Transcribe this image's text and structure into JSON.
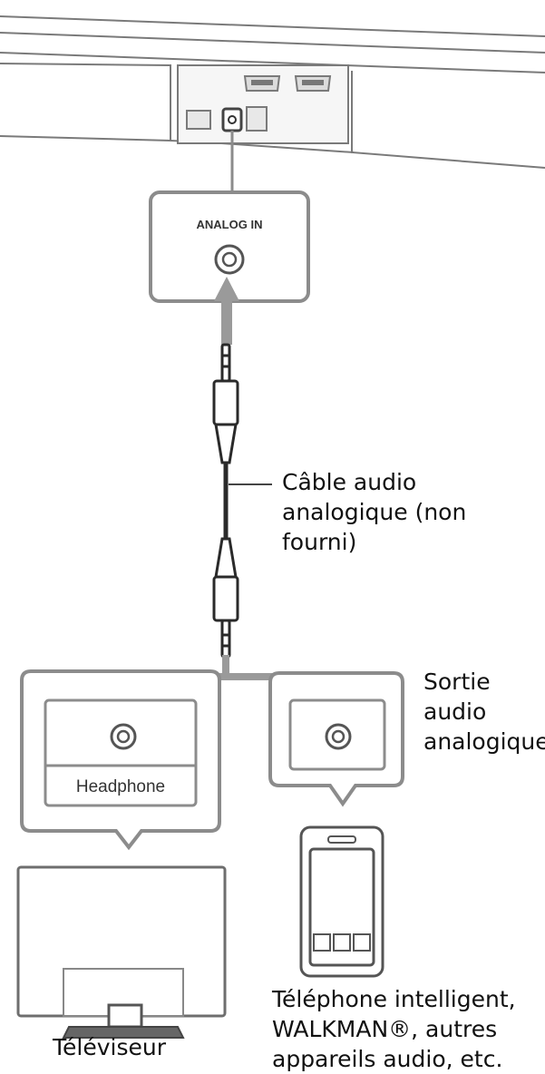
{
  "labels": {
    "analog_in": "ANALOG IN",
    "headphone": "Headphone",
    "cable": [
      "Câble audio",
      "analogique (non",
      "fourni)"
    ],
    "output": [
      "Sortie",
      "audio",
      "analogique"
    ],
    "tv": "Téléviseur",
    "devices": [
      "Téléphone intelligent,",
      "WALKMAN®, autres",
      "appareils audio, etc."
    ]
  },
  "colors": {
    "outline": "#8c8c8c",
    "cable": "#2a2a2a",
    "arrow": "#9a9a9a"
  }
}
